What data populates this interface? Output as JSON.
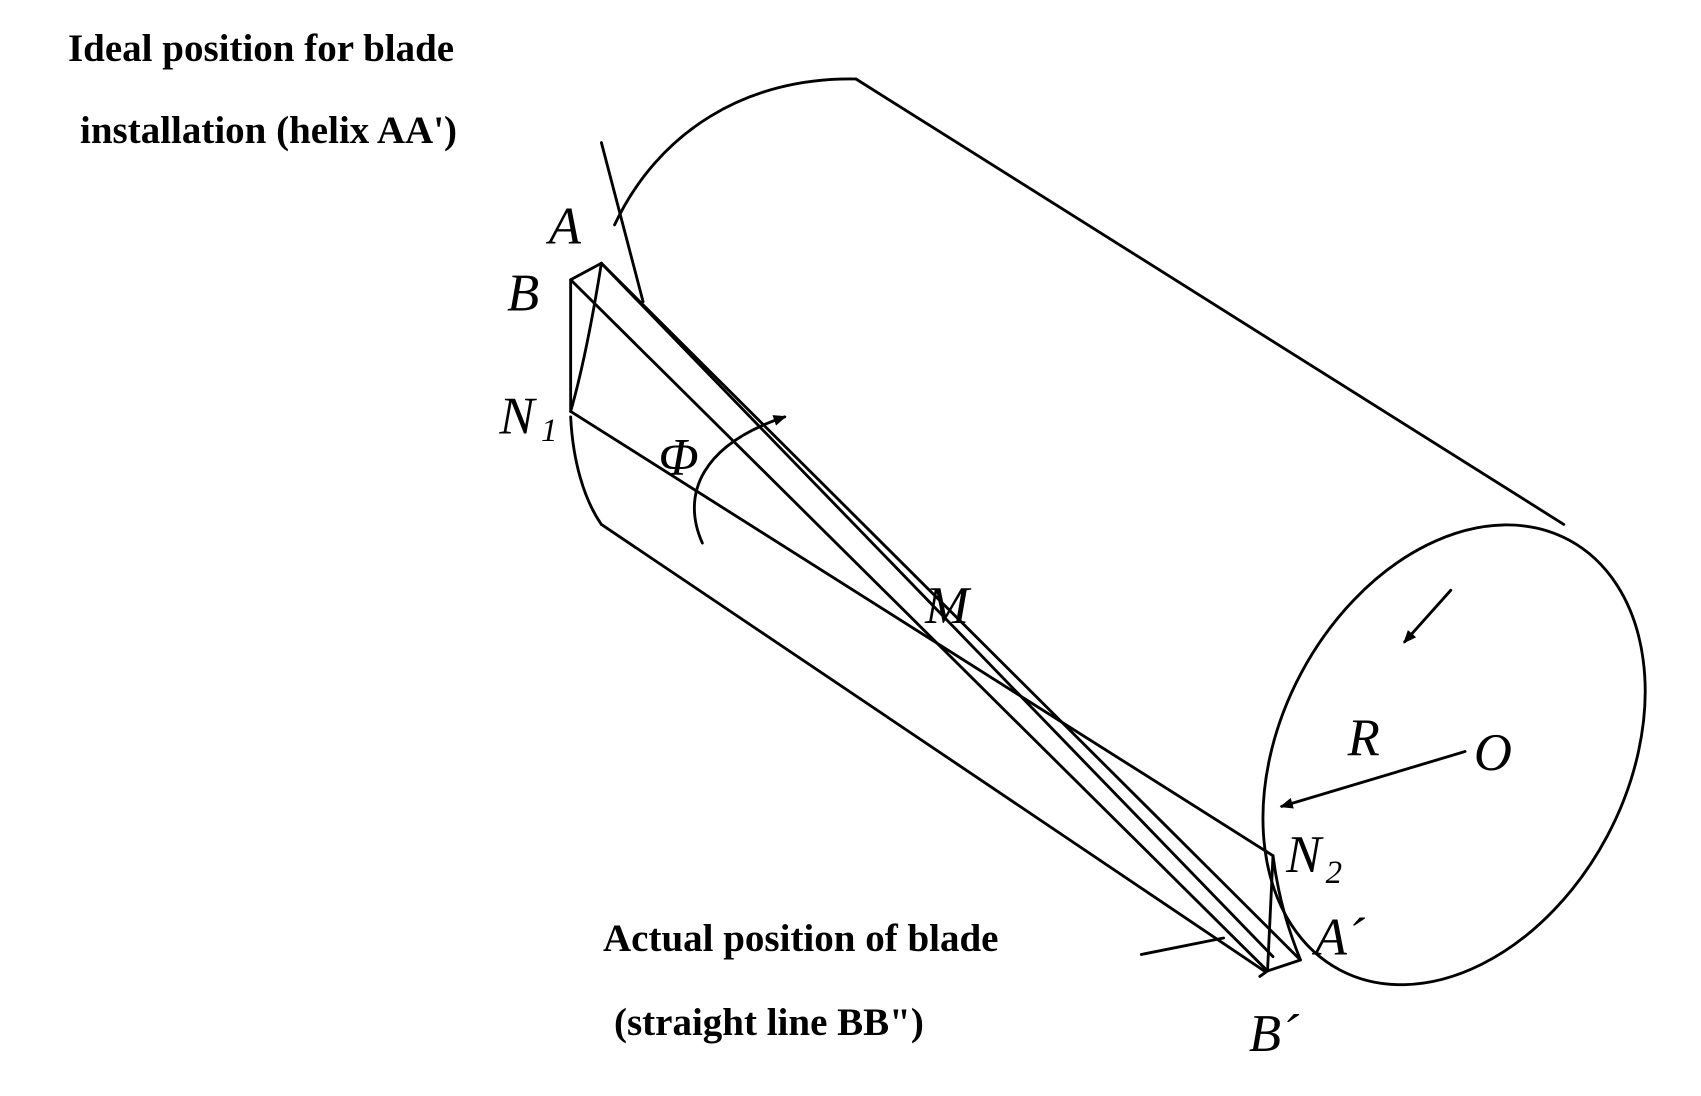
{
  "captions": {
    "ideal_line1": "Ideal position for blade",
    "ideal_line2": "installation (helix AA')",
    "actual_line1": "Actual position of blade",
    "actual_line2": "(straight line BB\")"
  },
  "labels": {
    "A": "A",
    "B": "B",
    "N1": "N",
    "N1_sub": "1",
    "phi": "Φ",
    "M": "M",
    "R": "R",
    "O": "O",
    "N2": "N",
    "N2_sub": "2",
    "A_prime": "A´",
    "B_prime": "B´"
  }
}
